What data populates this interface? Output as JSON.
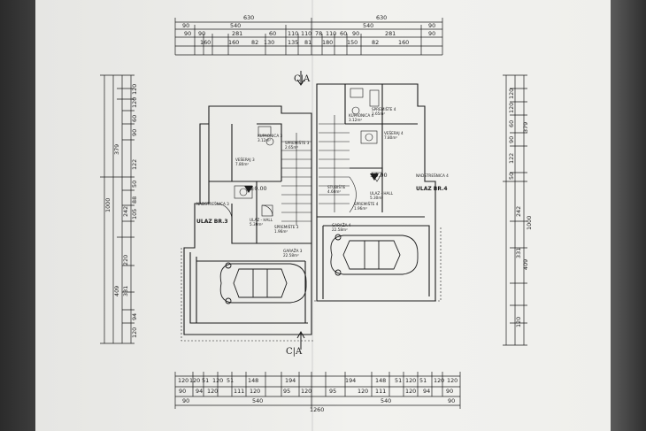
{
  "plan": {
    "top_dims": {
      "row1": [
        "630",
        "630"
      ],
      "row2": [
        "90",
        "540",
        "540",
        "90"
      ],
      "row3": [
        "90",
        "90",
        "281",
        "60",
        "110",
        "110",
        "78",
        "110",
        "60",
        "90",
        "281",
        "90"
      ],
      "row4": [
        "160",
        "160",
        "82",
        "130",
        "135",
        "81",
        "180",
        "150",
        "82",
        "160"
      ]
    },
    "bottom_dims": {
      "row1": [
        "120",
        "120",
        "51",
        "120",
        "51",
        "148",
        "194",
        "194",
        "148",
        "51",
        "120",
        "51",
        "120",
        "120"
      ],
      "row2": [
        "90",
        "94",
        "120",
        "111",
        "120",
        "95",
        "120",
        "95",
        "120",
        "111",
        "120",
        "94",
        "90"
      ],
      "row3": [
        "90",
        "540",
        "540",
        "90"
      ],
      "row4": [
        "1260"
      ]
    },
    "left_dims": {
      "col1": [
        "1000"
      ],
      "col2": [
        "379",
        "409"
      ],
      "col3": [
        "242",
        "220",
        "331"
      ],
      "col4": [
        "120",
        "120",
        "60",
        "90",
        "122",
        "50",
        "88",
        "105",
        "94",
        "120"
      ]
    },
    "right_dims": {
      "col1": [
        "1000"
      ],
      "col2": [
        "379",
        "409"
      ],
      "col3": [
        "120",
        "120",
        "60",
        "90",
        "122",
        "50",
        "242",
        "331",
        "120"
      ]
    },
    "section_marks": [
      "C|A",
      "C|A"
    ],
    "rooms": [
      {
        "name": "KUPAONICA 3",
        "area": "3.12m²"
      },
      {
        "name": "KUPAONICA 4",
        "area": "3.12m²"
      },
      {
        "name": "SPREMIŠTE 3",
        "area": "2.65m²"
      },
      {
        "name": "SPREMIŠTE 4",
        "area": "2.65m²"
      },
      {
        "name": "VEŠERAJ 3",
        "area": "7.80m²"
      },
      {
        "name": "VEŠERAJ 4",
        "area": "7.80m²"
      },
      {
        "name": "STUBIŠTE",
        "area": "4.60m²"
      },
      {
        "name": "ULAZ - HALL",
        "area": "5.30m²"
      },
      {
        "name": "ULAZ - HALL",
        "area": "5.30m²"
      },
      {
        "name": "SPREMIŠTE 3",
        "area": "1.96m²"
      },
      {
        "name": "SPREMIŠTE 4",
        "area": "1.96m²"
      },
      {
        "name": "GARAŽA 3",
        "area": "22.58m²"
      },
      {
        "name": "GARAŽA 4",
        "area": "22.58m²"
      }
    ],
    "levels": [
      "±0.00",
      "±0.00"
    ],
    "entrances": [
      "ULAZ BR.3",
      "ULAZ BR.4"
    ],
    "labels_minor": [
      "NADSTREŠNICA 3",
      "NADSTREŠNICA 4"
    ]
  }
}
